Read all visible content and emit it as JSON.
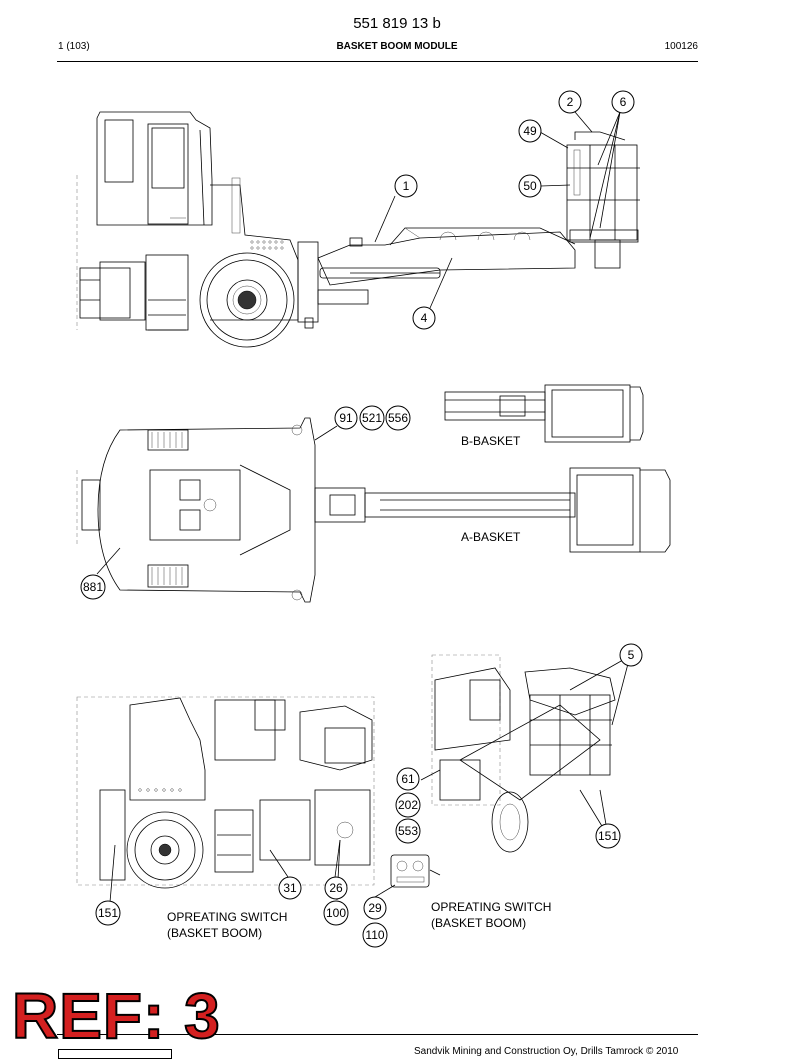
{
  "header": {
    "doc_number": "551 819 13 b",
    "page": "1 (103)",
    "title": "BASKET BOOM MODULE",
    "date": "100126"
  },
  "callouts": {
    "c2": "2",
    "c6": "6",
    "c49": "49",
    "c1": "1",
    "c50": "50",
    "c4": "4",
    "c91": "91",
    "c521": "521",
    "c556": "556",
    "c881": "881",
    "c5": "5",
    "c61": "61",
    "c202": "202",
    "c553": "553",
    "c151b": "151",
    "c31": "31",
    "c26": "26",
    "c151a": "151",
    "c100": "100",
    "c29": "29",
    "c110": "110"
  },
  "labels": {
    "b_basket": "B-BASKET",
    "a_basket": "A-BASKET",
    "switch_left_1": "OPREATING SWITCH",
    "switch_left_2": "(BASKET BOOM)",
    "switch_right_1": "OPREATING SWITCH",
    "switch_right_2": "(BASKET BOOM)"
  },
  "stamp": {
    "text": "REF: 3"
  },
  "footer": {
    "text": "Sandvik Mining and Construction Oy, Drills Tamrock © 2010"
  }
}
